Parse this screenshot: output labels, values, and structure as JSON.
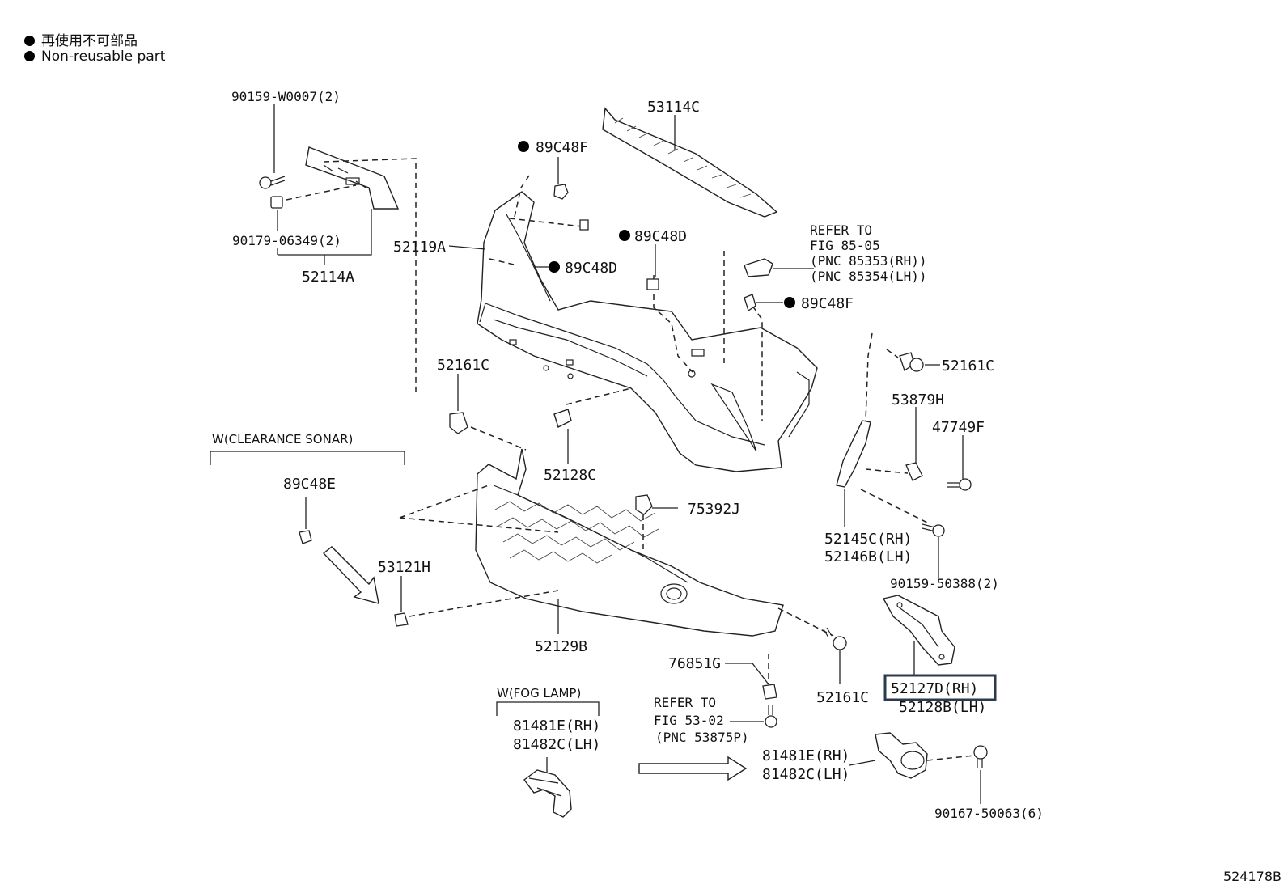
{
  "legend": {
    "jp": "再使用不可部品",
    "en": "Non-reusable part"
  },
  "figure_number": "524178B",
  "labels": {
    "p90159_w0007": "90159-W0007(2)",
    "p90179_06349": "90179-06349(2)",
    "p52114a": "52114A",
    "p52119a": "52119A",
    "p89c48f_top": "89C48F",
    "p89c48d_a": "89C48D",
    "p89c48d_b": "89C48D",
    "p53114c": "53114C",
    "refer_85_1": "REFER TO",
    "refer_85_2": "FIG 85-05",
    "refer_85_3": "(PNC 85353(RH))",
    "refer_85_4": "(PNC 85354(LH))",
    "p89c48f_right": "89C48F",
    "p52161c_right": "52161C",
    "p53879h": "53879H",
    "p47749f": "47749F",
    "p52161c_mid": "52161C",
    "p52128c": "52128C",
    "clearance_sonar": "W(CLEARANCE SONAR)",
    "p89c48e": "89C48E",
    "p75392j": "75392J",
    "p52145c": "52145C(RH)",
    "p52146b": "52146B(LH)",
    "p90159_50388": "90159-50388(2)",
    "p53121h": "53121H",
    "p52129b": "52129B",
    "p76851g": "76851G",
    "p52161c_low": "52161C",
    "p52127d": "52127D(RH)",
    "p52128b": "52128B(LH)",
    "fog_lamp": "W(FOG LAMP)",
    "p81481e_l": "81481E(RH)",
    "p81482c_l": "81482C(LH)",
    "refer_53_1": "REFER TO",
    "refer_53_2": "FIG 53-02",
    "refer_53_3": "(PNC 53875P)",
    "p81481e_r": "81481E(RH)",
    "p81482c_r": "81482C(LH)",
    "p90167_50063": "90167-50063(6)"
  },
  "colors": {
    "line": "#222222",
    "highlight_box": "#2b3a4c"
  }
}
